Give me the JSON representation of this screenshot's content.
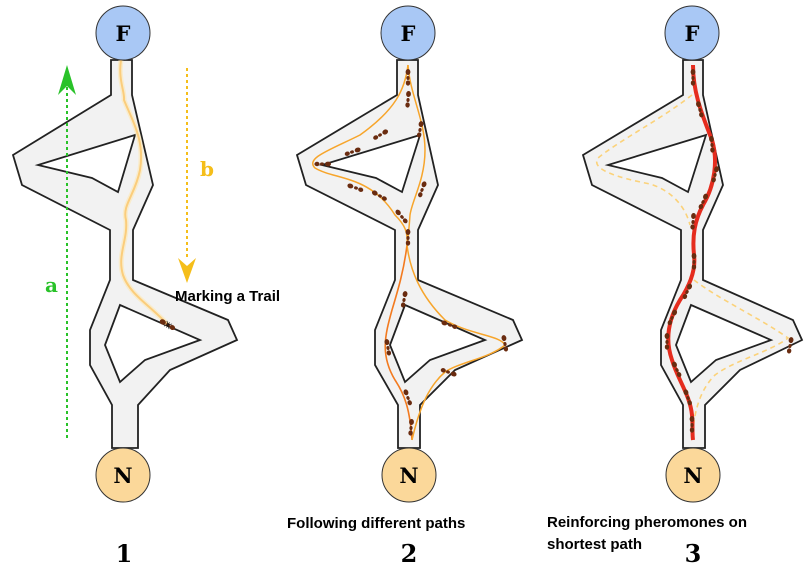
{
  "panels": [
    {
      "number": "1",
      "caption": "",
      "top_node": "F",
      "bottom_node": "N",
      "arrow_a_label": "a",
      "arrow_b_label": "b",
      "marking_label": "Marking a Trail"
    },
    {
      "number": "2",
      "caption": "Following different paths",
      "top_node": "F",
      "bottom_node": "N"
    },
    {
      "number": "3",
      "caption_lines": [
        "Reinforcing pheromones on",
        "shortest path"
      ],
      "top_node": "F",
      "bottom_node": "N"
    }
  ],
  "colors": {
    "food_node": "#a9c8f5",
    "nest_node": "#fbd89a",
    "corridor_fill": "#f2f2f2",
    "corridor_stroke": "#222222",
    "arrow_a": "#29c229",
    "arrow_b": "#f5be1a",
    "trail_orange": "#f7a52b",
    "trail_light": "#fbd27a",
    "trail_red": "#e52c1e",
    "ant_body": "#6a2c10"
  }
}
